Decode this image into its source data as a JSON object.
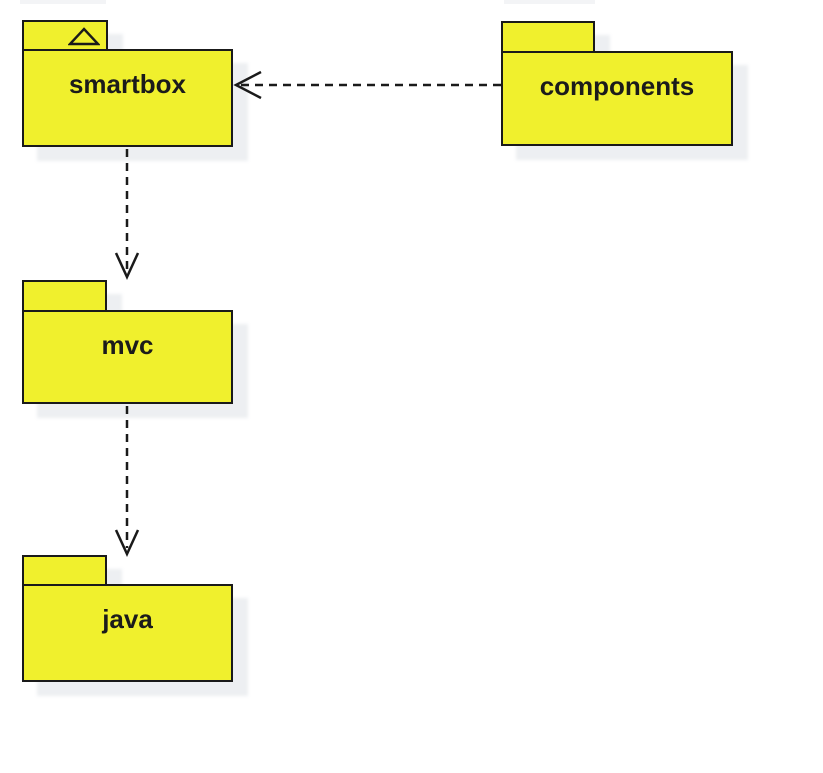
{
  "diagram": {
    "type": "uml-package-diagram",
    "packages": [
      {
        "id": "smartbox",
        "label": "smartbox",
        "tab_icon": "triangle"
      },
      {
        "id": "components",
        "label": "components",
        "tab_icon": null
      },
      {
        "id": "mvc",
        "label": "mvc",
        "tab_icon": null
      },
      {
        "id": "java",
        "label": "java",
        "tab_icon": null
      }
    ],
    "dependencies": [
      {
        "from": "components",
        "to": "smartbox",
        "line_style": "dashed",
        "head": "open-arrow",
        "direction": "left"
      },
      {
        "from": "smartbox",
        "to": "mvc",
        "line_style": "dashed",
        "head": "open-arrow",
        "direction": "down"
      },
      {
        "from": "mvc",
        "to": "java",
        "line_style": "dashed",
        "head": "open-arrow",
        "direction": "down"
      }
    ],
    "colors": {
      "package_fill": "#F0F02D",
      "package_border": "#1A1A1A",
      "label_text": "#1B1B1B",
      "arrow": "#1A1A1A",
      "shadow": "#EDEFF2",
      "background": "#FFFFFF"
    }
  }
}
